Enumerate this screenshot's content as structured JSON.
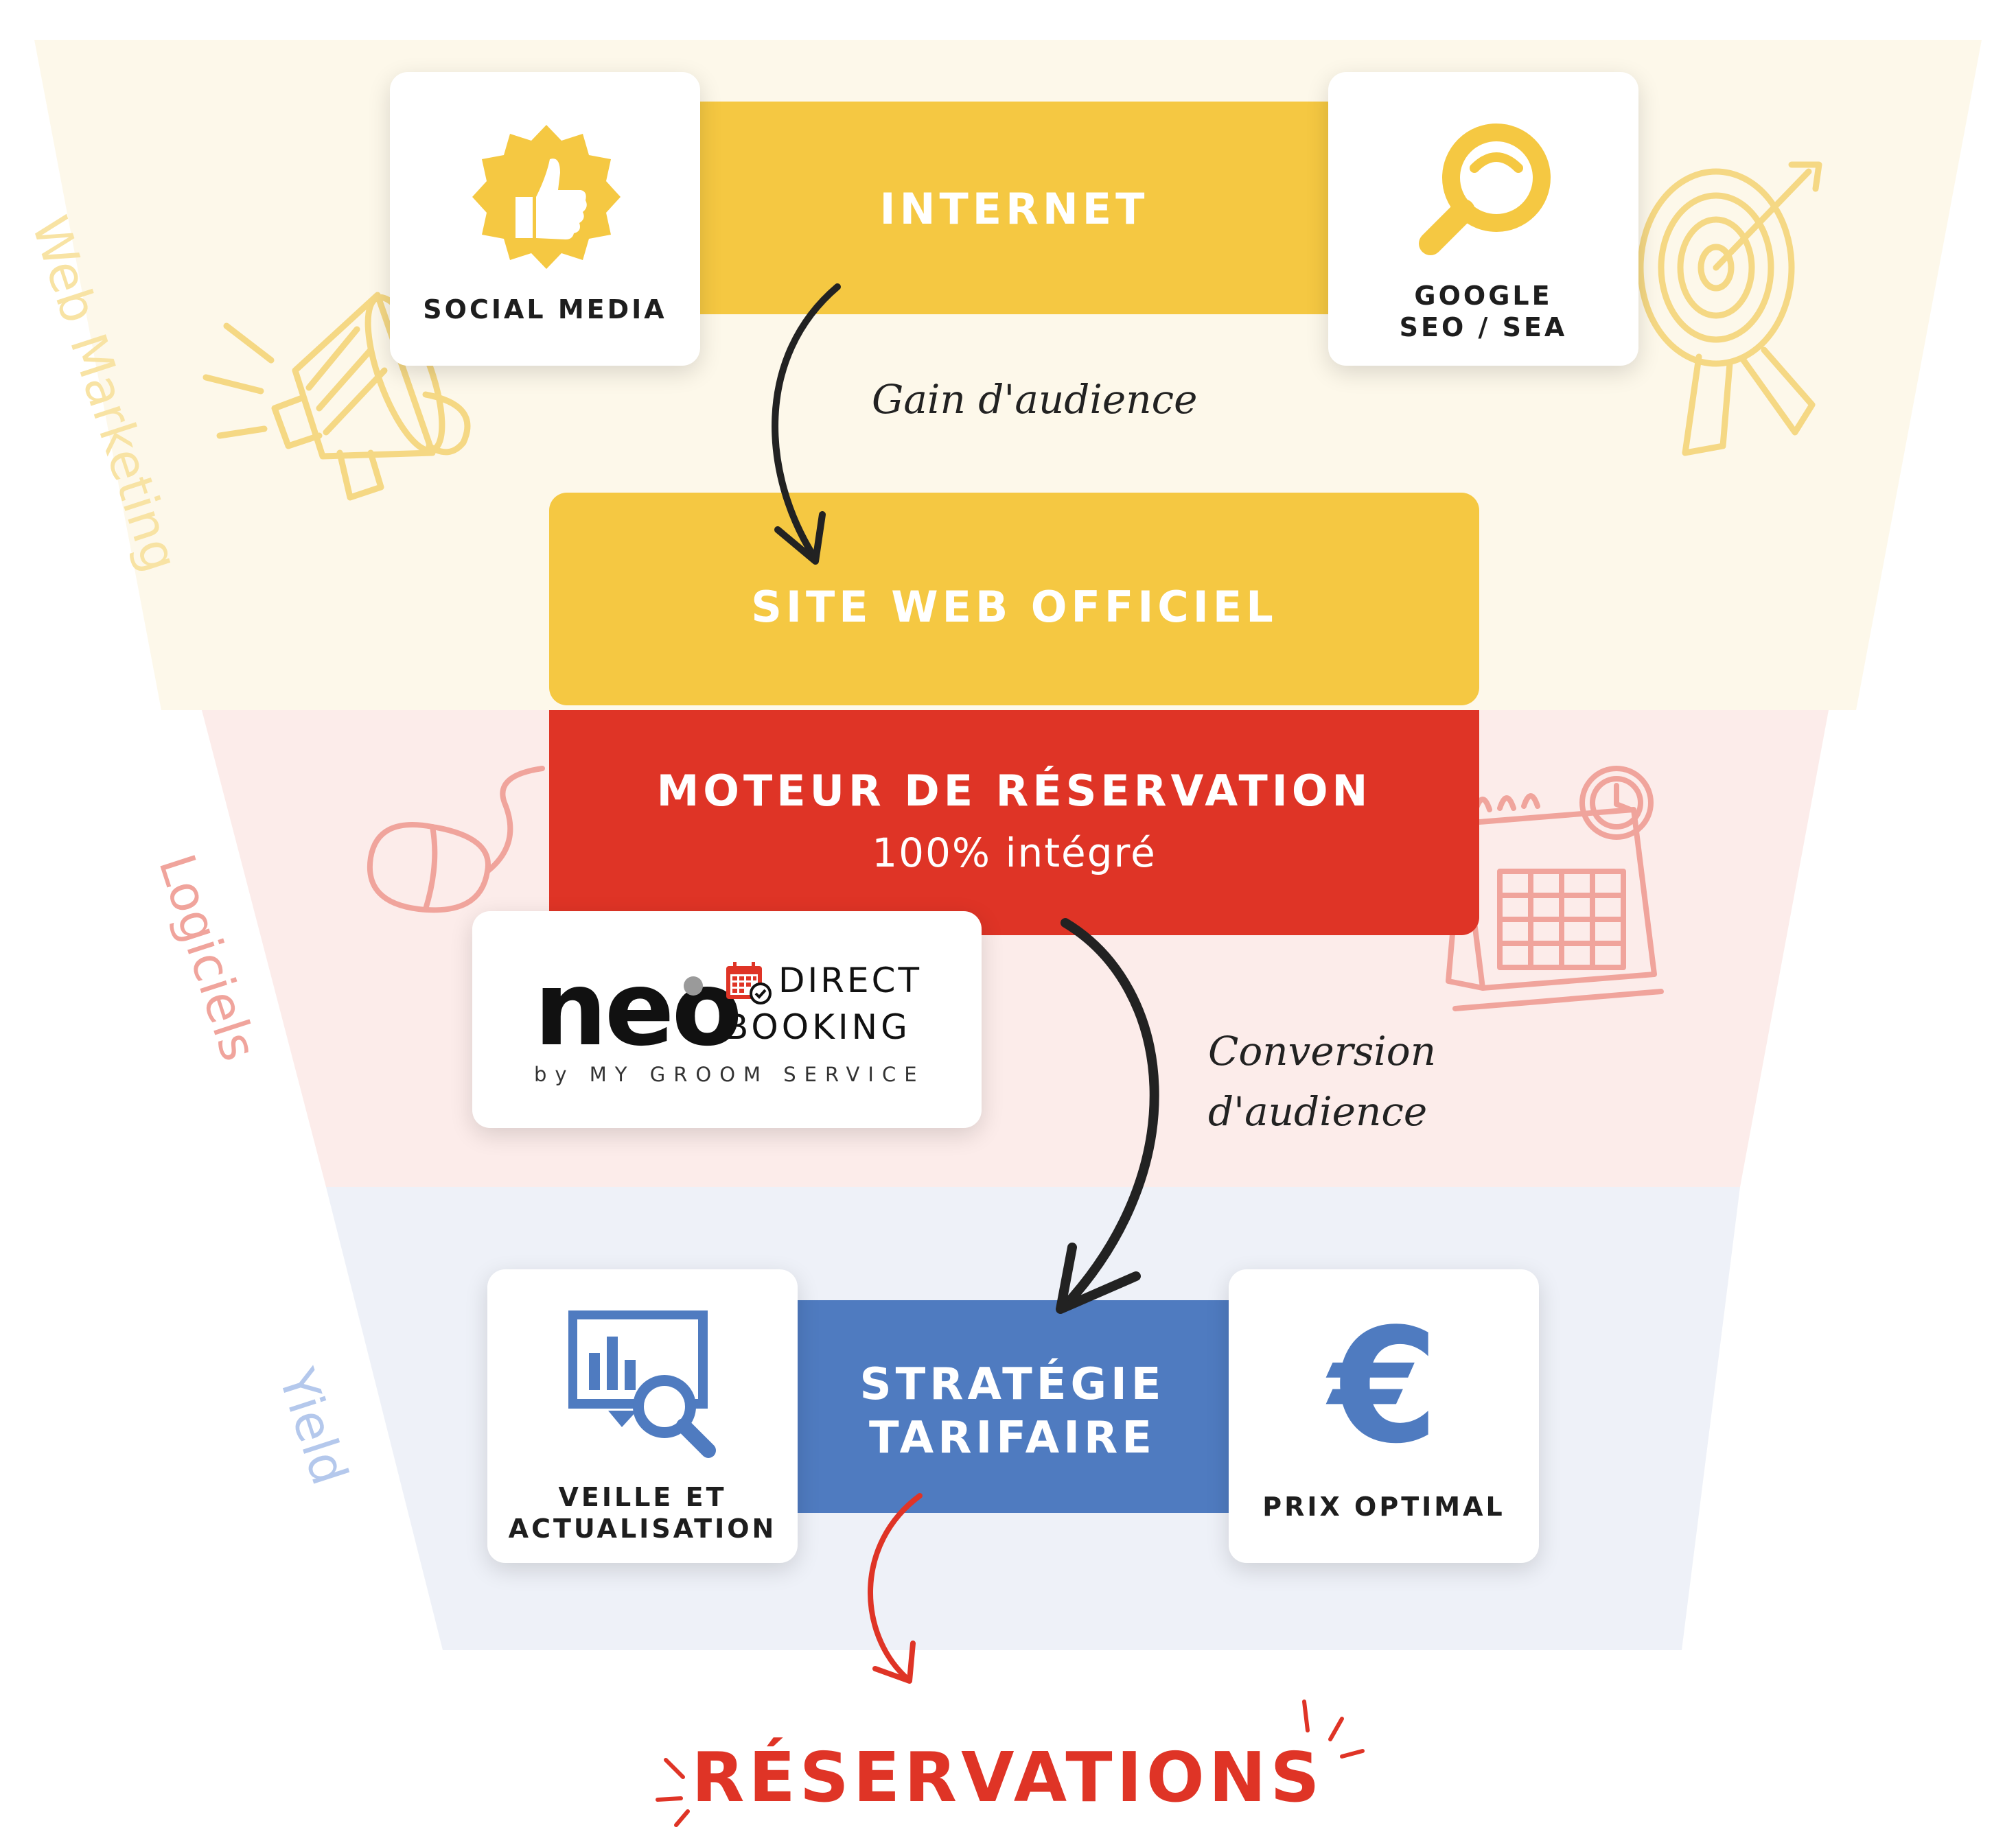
{
  "colors": {
    "web_marketing_bg": "#fdf8ea",
    "logiciels_bg": "#fcecea",
    "yield_bg": "#eef1f8",
    "yellow": "#f5c842",
    "red": "#df3426",
    "blue": "#4f7bc0",
    "web_marketing_label": "#f8e3a4",
    "logiciels_label": "#f0a49c",
    "yield_label": "#b4c8ec"
  },
  "sections": {
    "web_marketing": "Web Marketing",
    "logiciels": "Logiciels",
    "yield": "Yield"
  },
  "internet": {
    "title": "INTERNET",
    "social_media": {
      "label": "SOCIAL MEDIA",
      "icon": "thumbs-up-badge-icon"
    },
    "google": {
      "label_line1": "GOOGLE",
      "label_line2": "SEO / SEA",
      "icon": "magnifier-icon"
    }
  },
  "gain_label": "Gain d'audience",
  "site_web": {
    "title": "SITE WEB OFFICIEL"
  },
  "moteur": {
    "title": "MOTEUR DE RÉSERVATION",
    "subtitle": "100% intégré"
  },
  "neo": {
    "brand": "neo",
    "line1": "DIRECT",
    "line2": "BOOKING",
    "byline": "by MY GROOM SERVICE",
    "icon": "calendar-check-icon"
  },
  "conversion_label": {
    "line1": "Conversion",
    "line2": "d'audience"
  },
  "strategie": {
    "line1": "STRATÉGIE",
    "line2": "TARIFAIRE",
    "veille": {
      "line1": "VEILLE ET",
      "line2": "ACTUALISATION",
      "icon": "chart-magnifier-icon"
    },
    "prix": {
      "label": "PRIX OPTIMAL",
      "icon": "euro-icon"
    }
  },
  "result": "RÉSERVATIONS",
  "decorations": [
    "megaphone-icon",
    "target-icon",
    "mouse-icon",
    "calendar-clock-icon"
  ]
}
